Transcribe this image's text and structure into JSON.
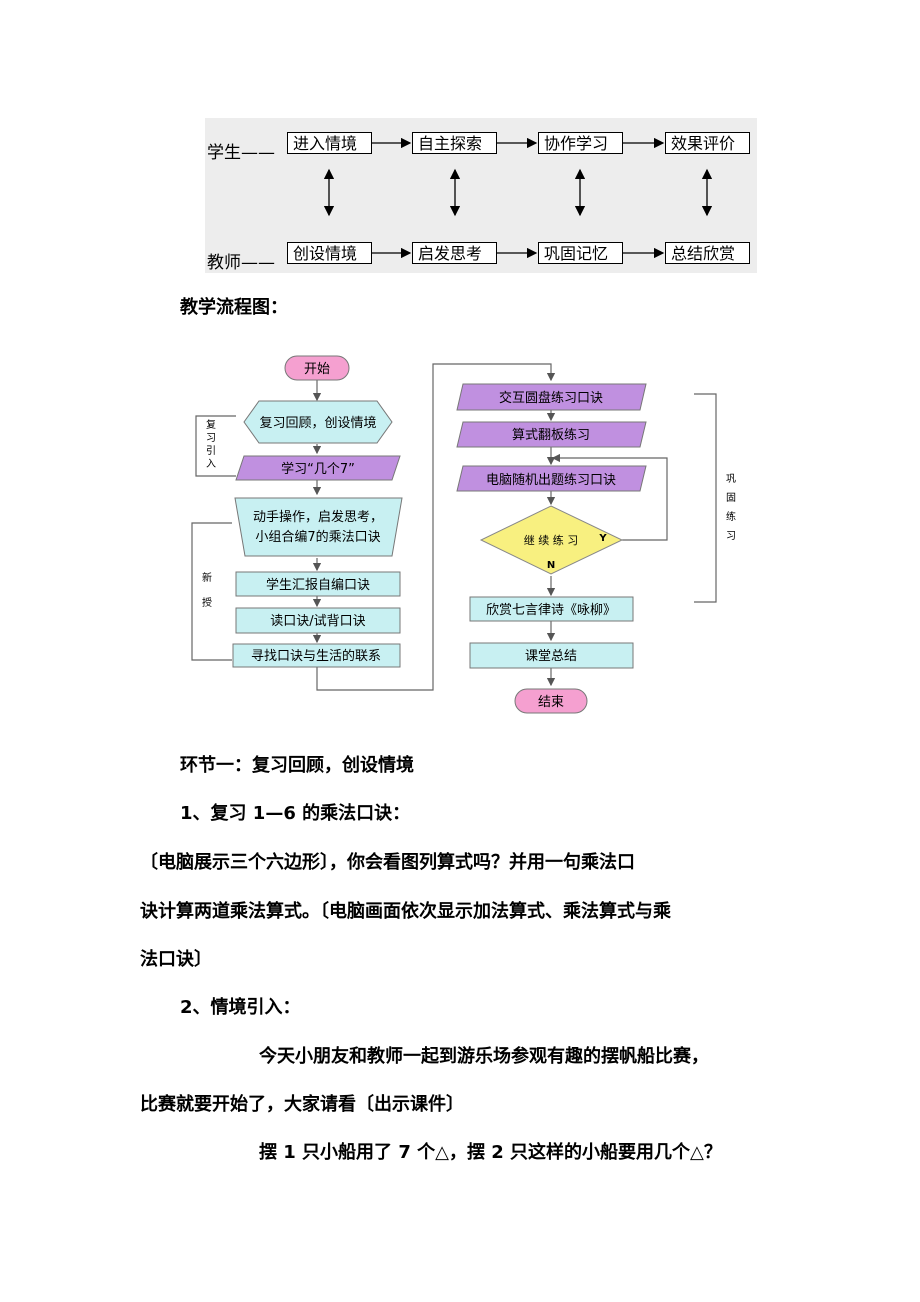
{
  "role_diagram": {
    "student_label": "学生——",
    "teacher_label": "教师——",
    "student_steps": [
      "进入情境",
      "自主探索",
      "协作学习",
      "效果评价"
    ],
    "teacher_steps": [
      "创设情境",
      "启发思考",
      "巩固记忆",
      "总结欣赏"
    ]
  },
  "flow_heading": "教学流程图：",
  "flowchart": {
    "start": "开始",
    "end": "结束",
    "left_steps": [
      "复习回顾，创设情境",
      "学习“几个7”",
      "动手操作，启发思考，",
      "小组合编7的乘法口诀",
      "学生汇报自编口诀",
      "读口诀/试背口诀",
      "寻找口诀与生活的联系"
    ],
    "right_steps": [
      "交互圆盘练习口诀",
      "算式翻板练习",
      "电脑随机出题练习口诀",
      "继 续 练 习",
      "欣赏七言律诗《咏柳》",
      "课堂总结"
    ],
    "decision_yes": "Y",
    "decision_no": "N",
    "side_review": [
      "复",
      "习",
      "引",
      "入"
    ],
    "side_new": [
      "新",
      "授"
    ],
    "side_practice": [
      "巩",
      "固",
      "练",
      "习"
    ]
  },
  "content": {
    "section1_title": "环节一：复习回顾，创设情境",
    "item1": "1、复习 1—6 的乘法口诀：",
    "para1_l1": "〔电脑展示三个六边形〕，你会看图列算式吗？并用一句乘法口",
    "para1_l2": "诀计算两道乘法算式。〔电脑画面依次显示加法算式、乘法算式与乘",
    "para1_l3": "法口诀〕",
    "item2": "2、情境引入：",
    "para2_l1": "今天小朋友和教师一起到游乐场参观有趣的摆帆船比赛，",
    "para2_l2": "比赛就要开始了，大家请看〔出示课件〕",
    "para3": "摆 1 只小船用了 7 个△，摆 2 只这样的小船要用几个△？"
  }
}
